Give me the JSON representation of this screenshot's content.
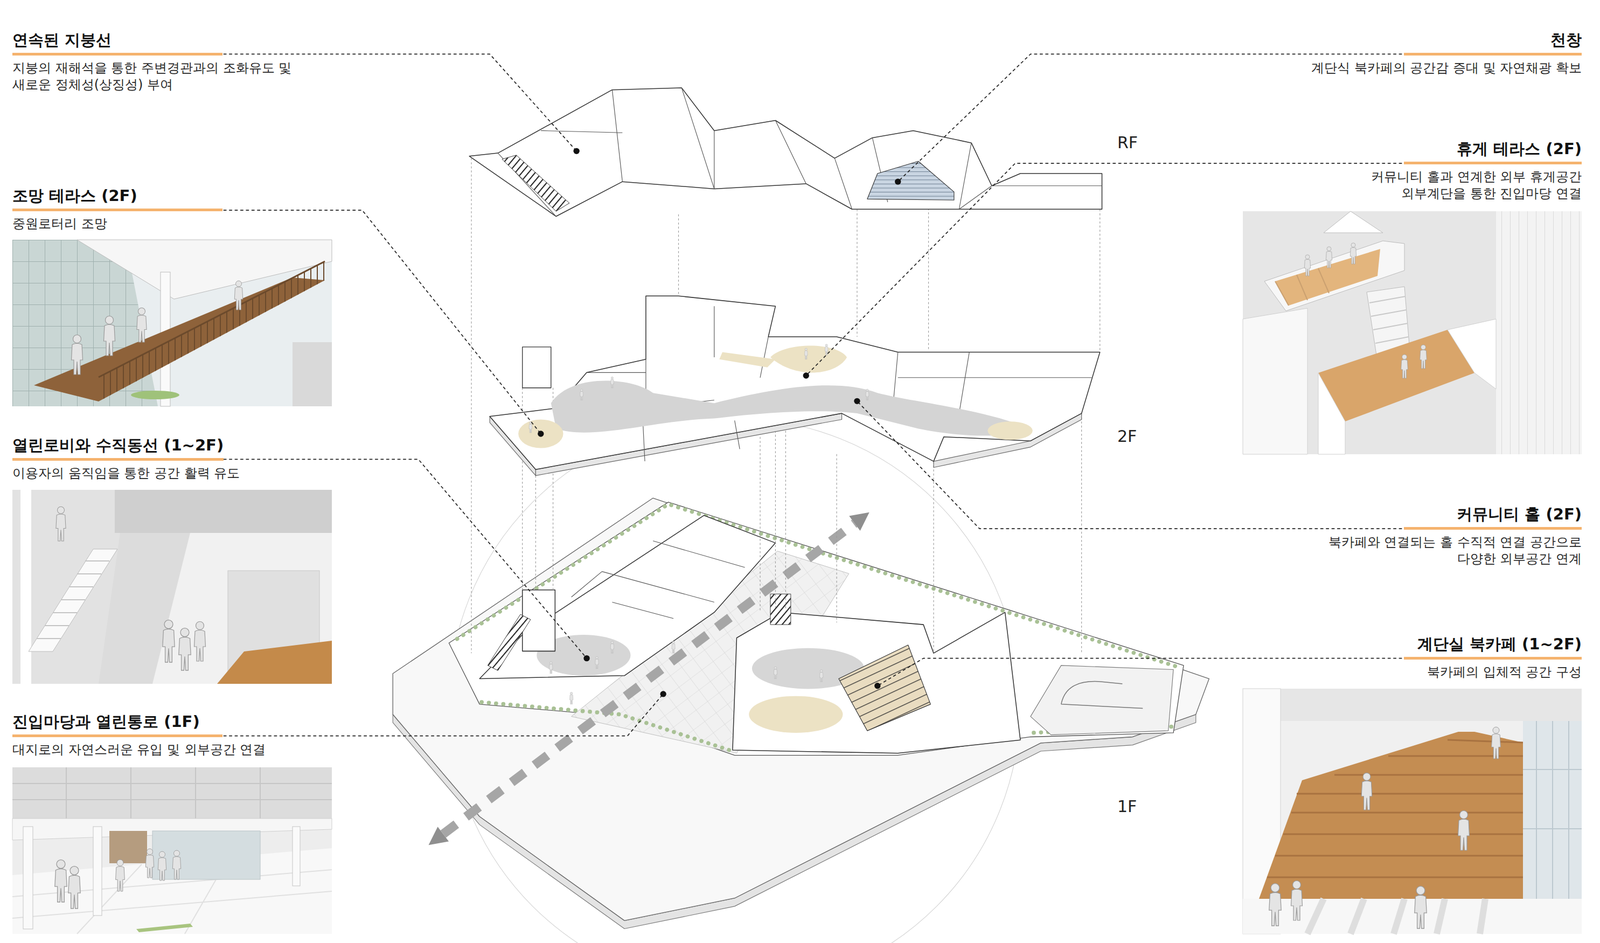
{
  "diagram": {
    "nodes": [
      {
        "text": [
          "연속된 지붕선",
          "지붕의 재해석을 통한 주변경관과의 조화유도 및 새로운 정체성(상징성) 부여"
        ]
      },
      {
        "text": [
          "조망 테라스 (2F)",
          "중원로터리 조망"
        ]
      },
      {
        "text": [
          "열린로비와 수직동선 (1~2F)",
          "이용자의 움직임을 통한 공간 활력 유도"
        ]
      },
      {
        "text": [
          "진입마당과 열린통로 (1F)",
          "대지로의 자연스러운 유입 및 외부공간 연결"
        ]
      },
      {
        "text": [
          "천창",
          "계단식 북카페의 공간감 증대 및 자연채광 확보"
        ]
      },
      {
        "text": [
          "휴게 테라스 (2F)",
          "커뮤니티 홀과 연계한 외부 휴게공간 외부계단을 통한 진입마당 연결"
        ]
      },
      {
        "text": [
          "커뮤니티 홀 (2F)",
          "북카페와 연결되는 홀 수직적 연결 공간으로 다양한 외부공간 연계"
        ]
      },
      {
        "text": [
          "계단실 북카페 (1~2F)",
          "북카페의 입체적 공간 구성"
        ]
      }
    ],
    "labels": [
      "RF",
      "2F",
      "1F"
    ]
  }
}
